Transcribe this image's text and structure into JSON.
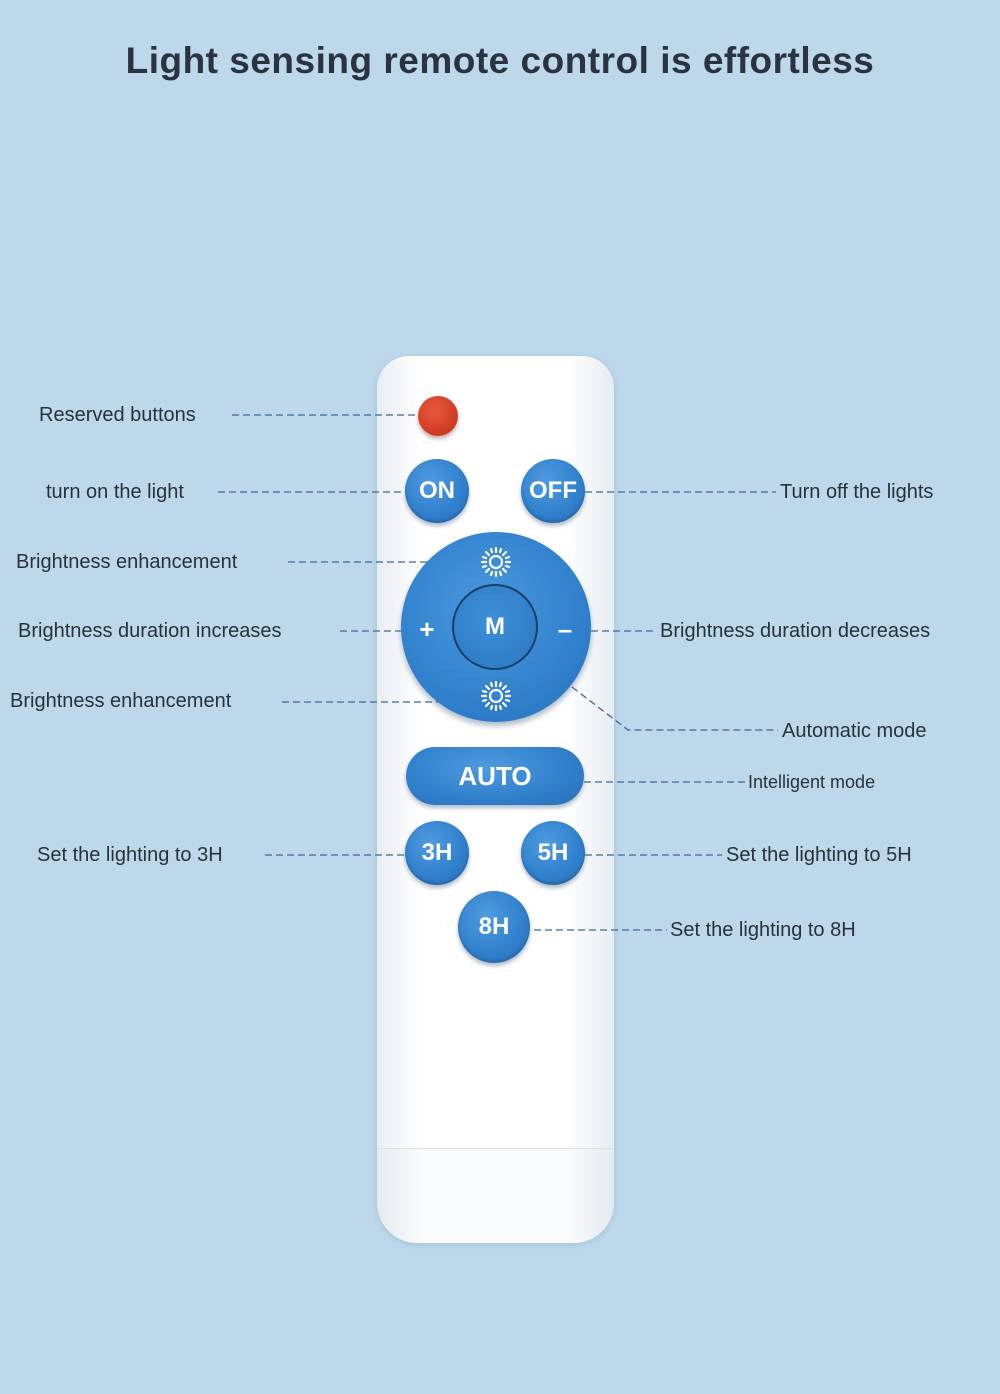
{
  "title": "Light sensing remote control is effortless",
  "buttons": {
    "on": "ON",
    "off": "OFF",
    "mode": "M",
    "plus": "+",
    "minus": "–",
    "auto": "AUTO",
    "h3": "3H",
    "h5": "5H",
    "h8": "8H"
  },
  "labels": {
    "reserved": "Reserved buttons",
    "turn_on": "turn on the light",
    "turn_off": "Turn off the lights",
    "brightness_up": "Brightness enhancement",
    "duration_increases": "Brightness duration increases",
    "duration_decreases": "Brightness duration decreases",
    "brightness_down": "Brightness enhancement",
    "automatic_mode": "Automatic mode",
    "intelligent_mode": "Intelligent mode",
    "set_3h": "Set the lighting to 3H",
    "set_5h": "Set the lighting to 5H",
    "set_8h": "Set the lighting to 8H"
  },
  "icons": {
    "brightness_top": "sun-icon",
    "brightness_bottom": "sun-icon"
  },
  "colors": {
    "background": "#bcd8ea",
    "button_blue": "#2f7fcc",
    "reserved_red": "#cf3a22",
    "leader_line": "#3a6a99"
  }
}
